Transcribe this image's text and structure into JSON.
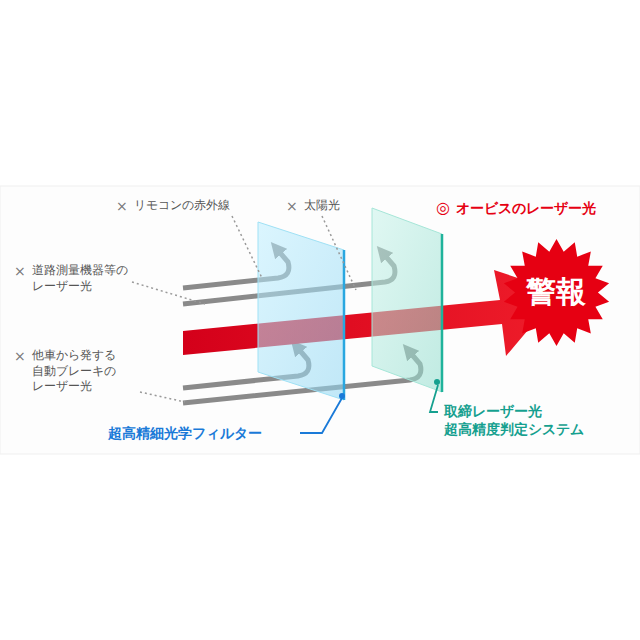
{
  "diagram": {
    "nodes": [
      {
        "text": [
          "警報"
        ]
      }
    ],
    "labels": [
      "×",
      "リモコンの赤外線",
      "×",
      "太陽光",
      "◎",
      "オービスのレーザー光",
      "×",
      "道路測量機器等の レーザー光",
      "×",
      "他車から発する 自動ブレーキの レーザー光",
      "超高精細光学フィルター",
      "取締レーザー光 超高精度判定システム"
    ]
  }
}
